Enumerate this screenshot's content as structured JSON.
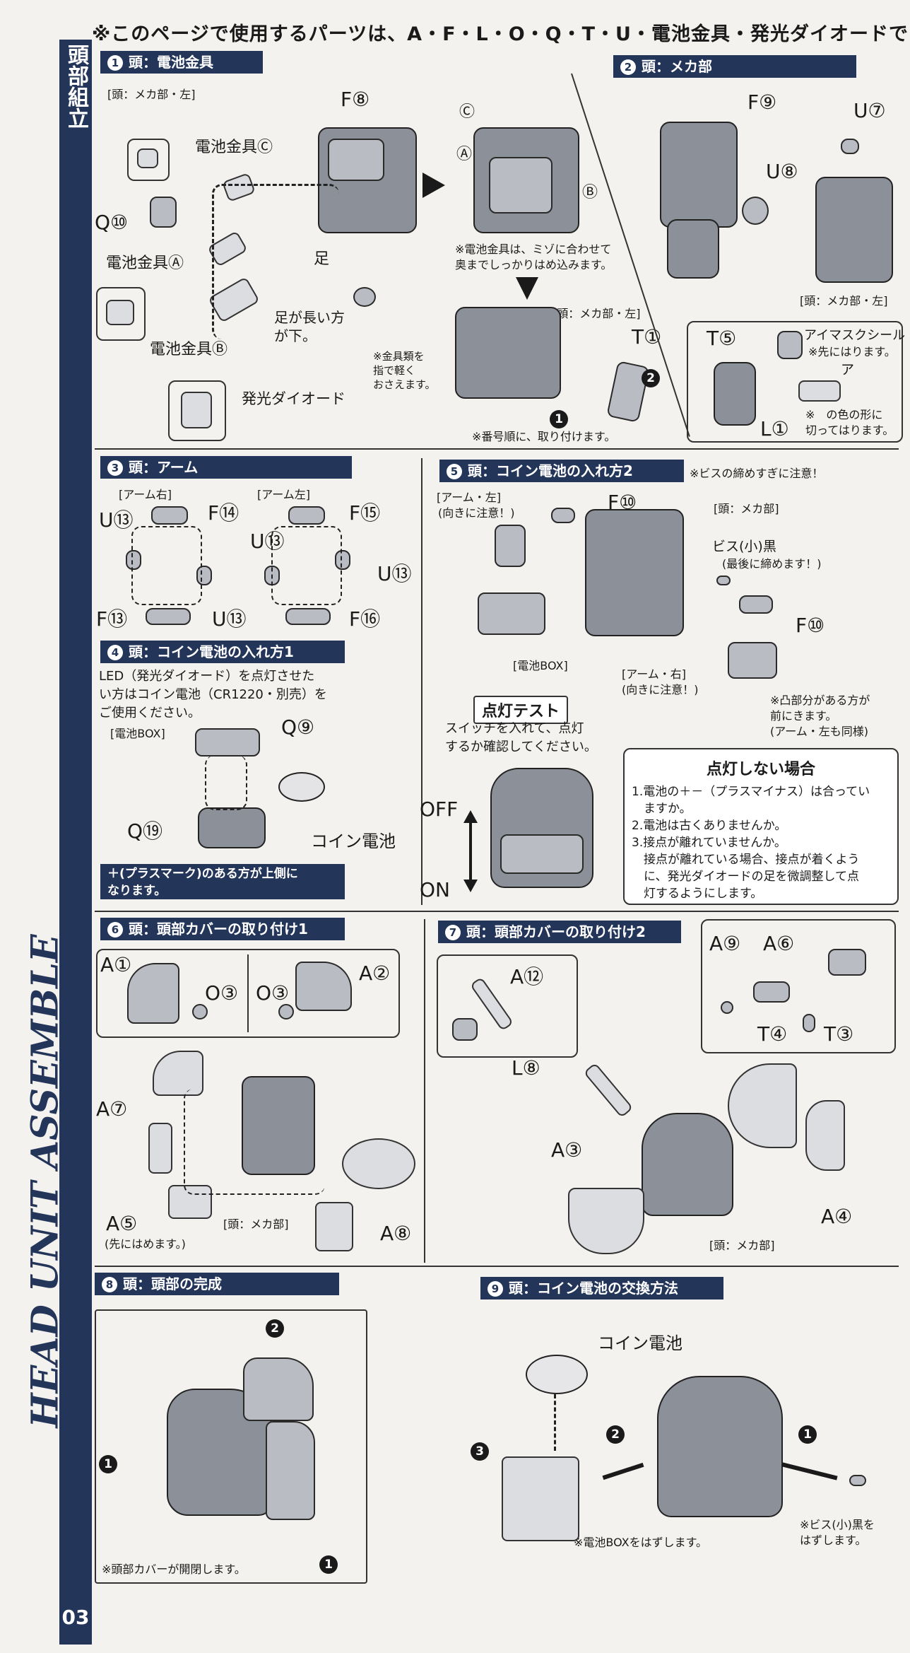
{
  "header": {
    "note": "※このページで使用するパーツは、A・F・L・O・Q・T・U・電池金具・発光ダイオードです。"
  },
  "spine": {
    "title": "頭部組立",
    "english": "HEAD UNIT ASSEMBLE",
    "page": "03"
  },
  "s1": {
    "num": "1",
    "title": "頭：電池金具",
    "sub": "[頭：メカ部・左]",
    "f8": "F⑧",
    "c": "電池金具Ⓒ",
    "q10": "Q⑩",
    "a": "電池金具Ⓐ",
    "b": "電池金具Ⓑ",
    "leg": "足",
    "leg_note": "足が長い方\nが下。",
    "led": "発光ダイオード",
    "circ_c": "Ⓒ",
    "circ_a": "Ⓐ",
    "circ_b": "Ⓑ",
    "groove_note": "※電池金具は、ミゾに合わせて\n奥までしっかりはめ込みます。",
    "sub2": "[頭：メカ部・左]",
    "t1": "T①",
    "press_note": "※金具類を\n指で軽く\nおさえます。",
    "order_note": "※番号順に、取り付けます。",
    "c1": "1",
    "c2": "2"
  },
  "s2": {
    "num": "2",
    "title": "頭：メカ部",
    "f9": "F⑨",
    "u7": "U⑦",
    "u8": "U⑧",
    "sub": "[頭：メカ部・左]",
    "t5": "T⑤",
    "l1": "L①",
    "eyemask": "アイマスクシール",
    "eyemask_note": "※先にはります。",
    "a_mark": "ア",
    "cut_note": "※　の色の形に\n切ってはります。"
  },
  "s3": {
    "num": "3",
    "title": "頭：アーム",
    "right": "[アーム右]",
    "left": "[アーム左]",
    "u13a": "U⑬",
    "f14": "F⑭",
    "u13b": "U⑬",
    "f15": "F⑮",
    "u13c": "U⑬",
    "f13": "F⑬",
    "u13d": "U⑬",
    "f16": "F⑯"
  },
  "s4": {
    "num": "4",
    "title": "頭：コイン電池の入れ方1",
    "text": "LED（発光ダイオード）を点灯させた\nい方はコイン電池（CR1220・別売）を\nご使用ください。",
    "box": "[電池BOX]",
    "q9": "Q⑨",
    "q19": "Q⑲",
    "coin": "コイン電池",
    "plus_note": "＋(プラスマーク)のある方が上側に\nなります。"
  },
  "s5": {
    "num": "5",
    "title": "頭：コイン電池の入れ方2",
    "warn": "※ビスの締めすぎに注意！",
    "arm_left": "[アーム・左]",
    "arm_left_note": "(向きに注意！)",
    "f10a": "F⑩",
    "mecha": "[頭：メカ部]",
    "screw": "ビス(小)黒",
    "screw_note": "(最後に締めます！)",
    "f10b": "F⑩",
    "box": "[電池BOX]",
    "arm_right": "[アーム・右]",
    "arm_right_note": "(向きに注意！)",
    "convex": "※凸部分がある方が\n前にきます。\n(アーム・左も同様)"
  },
  "test": {
    "title": "点灯テスト",
    "text": "スイッチを入れて、点灯\nするか確認してください。",
    "off": "OFF",
    "on": "ON"
  },
  "nolight": {
    "title": "点灯しない場合",
    "i1": "1.電池の＋－（プラスマイナス）は合ってい\n　ますか。",
    "i2": "2.電池は古くありませんか。",
    "i3": "3.接点が離れていませんか。\n　接点が離れている場合、接点が着くよう\n　に、発光ダイオードの足を微調整して点\n　灯するようにします。"
  },
  "s6": {
    "num": "6",
    "title": "頭：頭部カバーの取り付け1",
    "a1": "A①",
    "o3a": "O③",
    "o3b": "O③",
    "a2": "A②",
    "a7": "A⑦",
    "a5": "A⑤",
    "a5_note": "(先にはめます。)",
    "mecha": "[頭：メカ部]",
    "a8": "A⑧"
  },
  "s7": {
    "num": "7",
    "title": "頭：頭部カバーの取り付け2",
    "a12": "A⑫",
    "l8": "L⑧",
    "a9": "A⑨",
    "a6": "A⑥",
    "t4": "T④",
    "t3": "T③",
    "a3": "A③",
    "a4": "A④",
    "mecha": "[頭：メカ部]"
  },
  "s8": {
    "num": "8",
    "title": "頭：頭部の完成",
    "note": "※頭部カバーが開閉します。",
    "c1": "1",
    "c2": "2"
  },
  "s9": {
    "num": "9",
    "title": "頭：コイン電池の交換方法",
    "coin": "コイン電池",
    "box_note": "※電池BOXをはずします。",
    "screw_note": "※ビス(小)黒を\nはずします。",
    "c1": "1",
    "c2": "2",
    "c3": "3"
  }
}
